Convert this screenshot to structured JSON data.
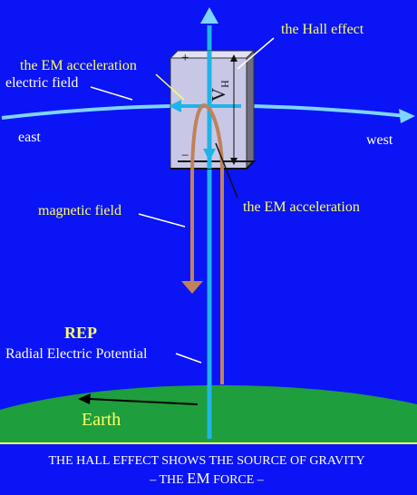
{
  "labels": {
    "hall_effect": "the Hall effect",
    "em_acceleration_top": "the EM acceleration",
    "electric_field": "electric field",
    "east": "east",
    "west": "west",
    "magnetic_field": "magnetic field",
    "em_acceleration_bottom": "the EM acceleration",
    "rep": "REP",
    "rep_full": "Radial Electric Potential",
    "earth": "Earth"
  },
  "plate": {
    "plus": "+",
    "minus": "−",
    "voltage_main": "V",
    "voltage_sub": "H"
  },
  "footer": {
    "line1": "THE HALL EFFECT SHOWS THE SOURCE OF GRAVITY",
    "line2_prefix": "– THE ",
    "line2_em": "EM",
    "line2_suffix": " FORCE –"
  },
  "colors": {
    "background": "#0a14f5",
    "label": "#ffff66",
    "white_text": "#ffffff",
    "field_line": "#7fd4ff",
    "magnetic": "#c0825a",
    "earth": "#1e9e3c",
    "plate": "#c8c8e6"
  }
}
